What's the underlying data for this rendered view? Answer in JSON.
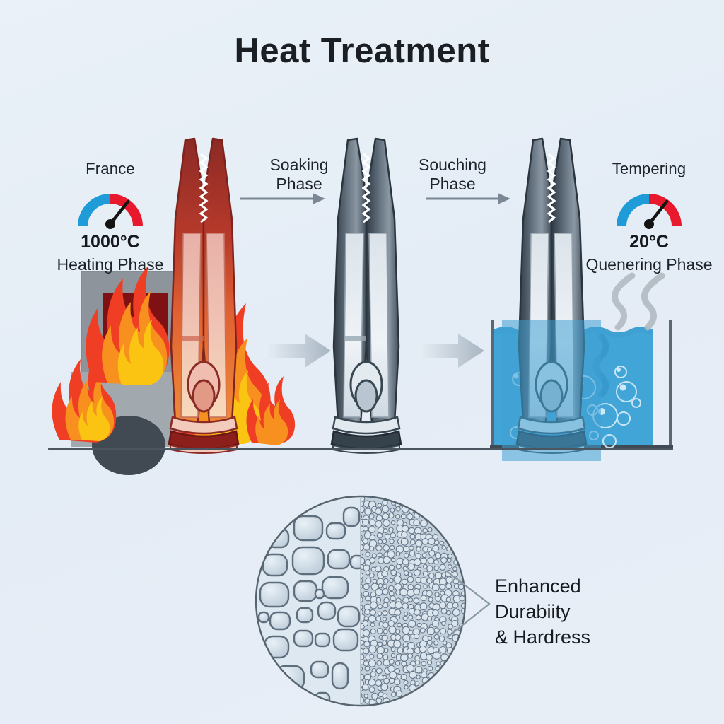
{
  "page": {
    "title": "Heat Treatment",
    "background_color": "#e7eef6"
  },
  "stages": [
    {
      "id": "heating",
      "gauge_title": "France",
      "temperature": "1000°C",
      "phase_label": "Heating Phase",
      "tool_state": "glowing-hot",
      "scene": "furnace-with-flames"
    },
    {
      "id": "soaking",
      "label_line1": "Soaking",
      "label_line2": "Phase",
      "tool_state": "cooled-steel",
      "scene": "none"
    },
    {
      "id": "quenching",
      "label_line1": "Souching",
      "label_line2": "Phase",
      "tool_state": "cooled-steel",
      "scene": "water-tank"
    },
    {
      "id": "tempering",
      "gauge_title": "Tempering",
      "temperature": "20°C",
      "phase_label": "Quenering Phase",
      "tool_state": "cooled-steel",
      "scene": "water-tank"
    }
  ],
  "arrows": {
    "thin_arrow_1": "arrow-right",
    "thin_arrow_2": "arrow-right",
    "block_arrow_1": "arrow-right",
    "block_arrow_2": "arrow-right"
  },
  "microstructure": {
    "left_half": "coarse-grain",
    "right_half": "fine-grain",
    "caption_line1": "Enhanced",
    "caption_line2": "Durabiity",
    "caption_line3": "& Hardress"
  },
  "colors": {
    "background": "#e7eef6",
    "gauge_cold": "#1f9cd8",
    "gauge_hot": "#e8192c",
    "needle": "#141414",
    "ground": "#4a5560",
    "water": "#3fa0d4",
    "flame_outer": "#ef3e23",
    "flame_mid": "#f7901e",
    "flame_inner": "#fbc412",
    "steel_dark": "#3d4a55",
    "steel_light": "#cfd9e2",
    "hot_metal": "#d94f3c",
    "text": "#1d2328"
  }
}
